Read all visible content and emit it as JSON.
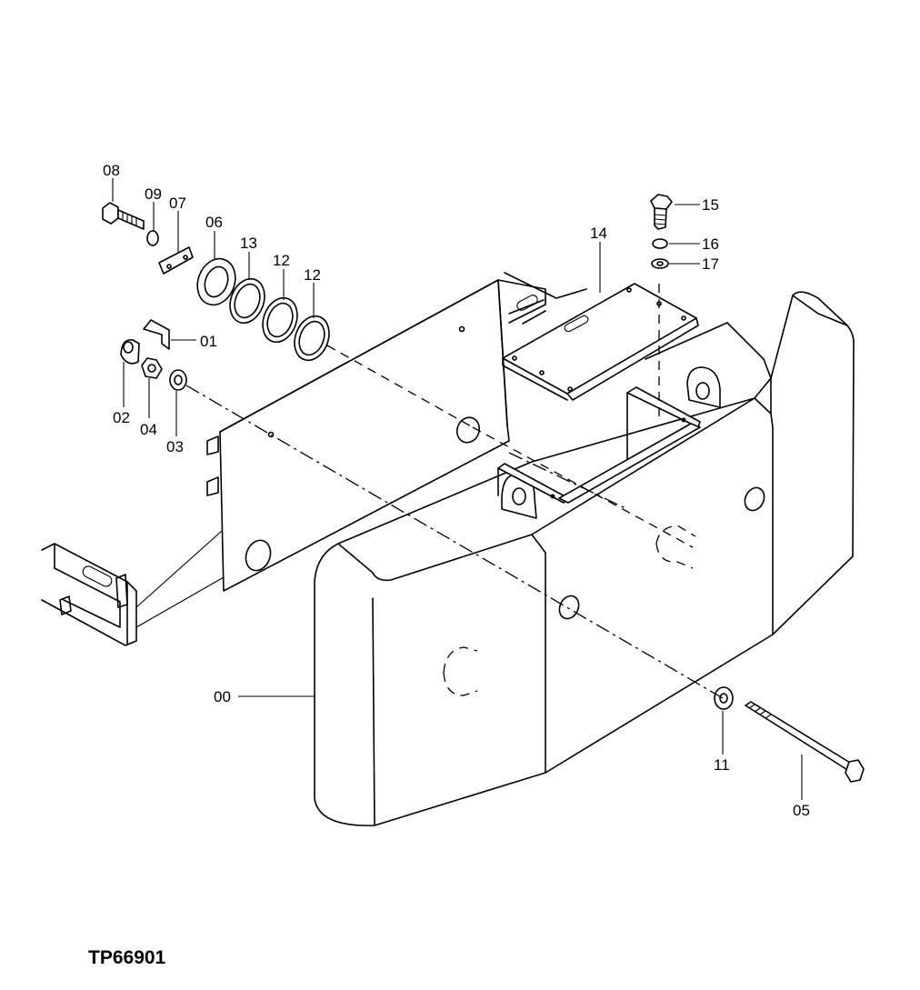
{
  "drawing_code": "TP66901",
  "callouts": {
    "c00": "00",
    "c01": "01",
    "c02": "02",
    "c03": "03",
    "c04": "04",
    "c05": "05",
    "c06": "06",
    "c07": "07",
    "c08": "08",
    "c09": "09",
    "c11": "11",
    "c12a": "12",
    "c12b": "12",
    "c13": "13",
    "c14": "14",
    "c15": "15",
    "c16": "16",
    "c17": "17"
  }
}
